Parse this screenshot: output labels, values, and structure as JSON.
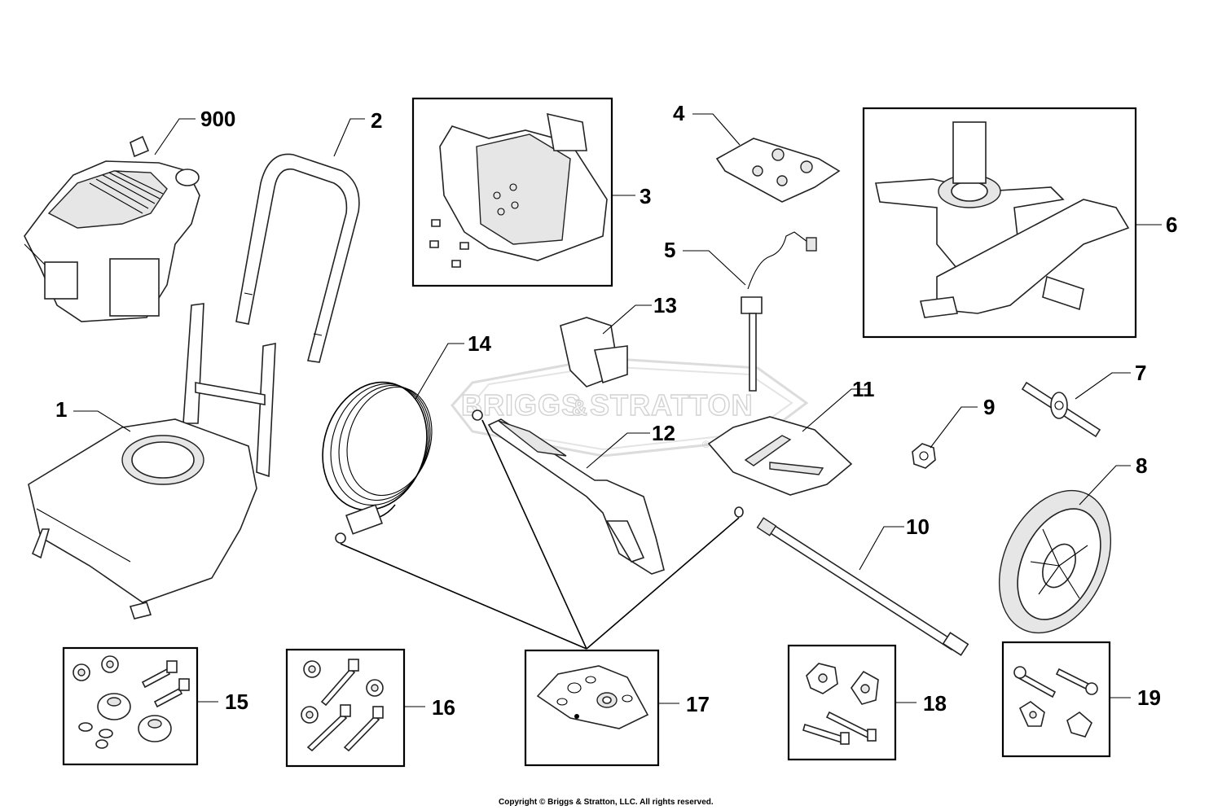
{
  "watermark": {
    "line1": "BRIGGS",
    "amp": "&",
    "line2": "STRATTON",
    "registered": "®"
  },
  "callouts": [
    {
      "id": "900",
      "label": "900"
    },
    {
      "id": "1",
      "label": "1"
    },
    {
      "id": "2",
      "label": "2"
    },
    {
      "id": "3",
      "label": "3"
    },
    {
      "id": "4",
      "label": "4"
    },
    {
      "id": "5",
      "label": "5"
    },
    {
      "id": "6",
      "label": "6"
    },
    {
      "id": "7",
      "label": "7"
    },
    {
      "id": "8",
      "label": "8"
    },
    {
      "id": "9",
      "label": "9"
    },
    {
      "id": "10",
      "label": "10"
    },
    {
      "id": "11",
      "label": "11"
    },
    {
      "id": "12",
      "label": "12"
    },
    {
      "id": "13",
      "label": "13"
    },
    {
      "id": "14",
      "label": "14"
    },
    {
      "id": "15",
      "label": "15"
    },
    {
      "id": "16",
      "label": "16"
    },
    {
      "id": "17",
      "label": "17"
    },
    {
      "id": "18",
      "label": "18"
    },
    {
      "id": "19",
      "label": "19"
    }
  ],
  "copyright": "Copyright © Briggs & Stratton, LLC. All rights reserved."
}
